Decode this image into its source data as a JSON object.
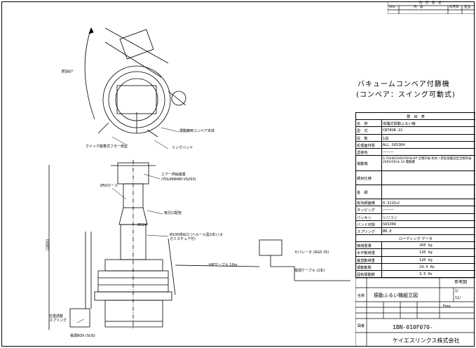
{
  "drawing": {
    "title": "バキュームコンベア付篩機",
    "subtitle": "(コンベア：スイング可動式)",
    "callouts": {
      "rotation": "約90°",
      "vacuum_conveyor": "振動篩用コンベア本体",
      "quick_clamp": "クイック脱着式フタ一体型",
      "ring_band": "リングバンド",
      "air_supply": "エアー供給装置",
      "air_hose_spec": "(YOLKMANN VS250)",
      "hose": "Ø50ホース",
      "duct": "吸引口配管",
      "frame_size": "Ø624",
      "hopper": "Ø100排出口 (ヘルール型2本) (ヨガミスチュア付)",
      "separator": "セパレータ (DGS 35)",
      "cable": "HIFケーブル 10m",
      "power_cable": "電源ケーブル (2本)",
      "height": "(1850)",
      "leveling": "位置調整 スプリング",
      "terminal": "電源BOX (SUS)"
    }
  },
  "revision_table": {
    "header": "改　訂　変　更",
    "cols": [
      "Rev.",
      "内　容",
      "年月日",
      "担当"
    ]
  },
  "spec_table": {
    "header": "要　目　表",
    "rows": [
      {
        "k": "名　称",
        "v": "低騒式振動ふるい機"
      },
      {
        "k": "型　式",
        "v": "CB70UR-1S"
      },
      {
        "k": "段　数",
        "v": "1段"
      },
      {
        "k": "処理面材質",
        "v": "ALL SUS304"
      },
      {
        "k": "塗装色",
        "v": "———"
      },
      {
        "k": "電動機",
        "v": "0.75kW/200V/50Hz/4P 全閉外扇 防水 / 新型低騒音型全閉外扇 200V/50Hz 1A 電動機"
      },
      {
        "k": "網目仕様",
        "v": ""
      },
      {
        "k": "金　網",
        "v": ""
      },
      {
        "k": "有効網面積",
        "v": "0.3115㎡"
      },
      {
        "k": "タッピング",
        "v": "———"
      },
      {
        "k": "パッキン",
        "v": "シリコン"
      },
      {
        "k": "バンド材質",
        "v": "SUS304"
      },
      {
        "k": "スプリング",
        "v": "Ø8.0"
      }
    ],
    "loading_header": "ローディング データ",
    "loading": [
      {
        "k": "機械重量",
        "v": "260 kg"
      },
      {
        "k": "水平動荷重",
        "v": "120 kg"
      },
      {
        "k": "垂直動荷重",
        "v": "120 kg"
      },
      {
        "k": "振動動数",
        "v": "24.5 Hz"
      },
      {
        "k": "固有振動数",
        "v": "3.5 Hz"
      }
    ]
  },
  "title_block": {
    "ref": "参考図",
    "name_label": "名称",
    "name": "振動ふるい機組立図",
    "scale": "1/",
    "date": "11/",
    "free": "Free",
    "drawing_no_label": "図番",
    "drawing_no": "1BN-010F070-",
    "company": "ケイエスリンクス株式会社"
  }
}
